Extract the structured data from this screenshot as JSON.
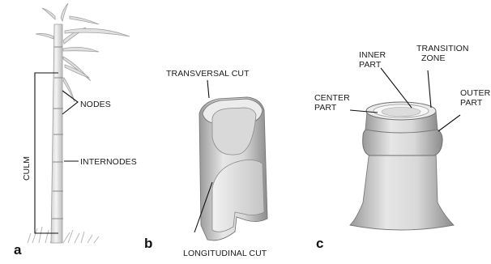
{
  "panels": {
    "a": {
      "letter": "a",
      "labels": {
        "culm": "CULM",
        "nodes": "NODES",
        "internodes": "INTERNODES"
      }
    },
    "b": {
      "letter": "b",
      "labels": {
        "transversal_cut": "TRANSVERSAL CUT",
        "longitudinal_cut": "LONGITUDINAL CUT"
      }
    },
    "c": {
      "letter": "c",
      "labels": {
        "inner_part": [
          "INNER",
          "PART"
        ],
        "transition_zone": [
          "TRANSITION",
          "ZONE"
        ],
        "center_part": [
          "CENTER",
          "PART"
        ],
        "outer_part": [
          "OUTER",
          "PART"
        ]
      }
    }
  }
}
